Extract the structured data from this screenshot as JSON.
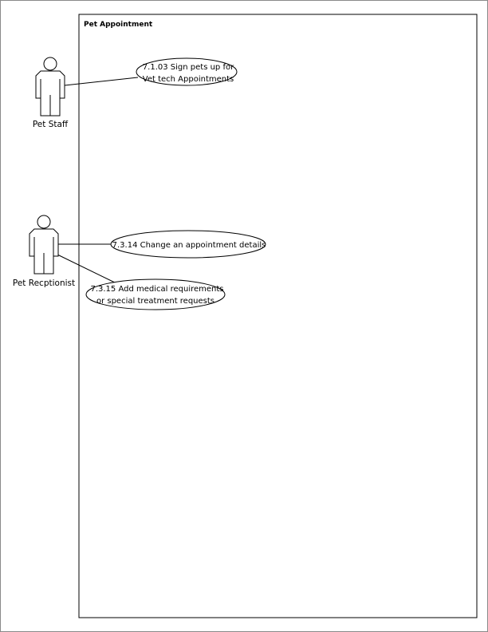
{
  "system_boundary": {
    "title": "Pet Appointment"
  },
  "actors": [
    {
      "id": "pet-staff",
      "label": "Pet Staff"
    },
    {
      "id": "pet-receptionist",
      "label": "Pet Recptionist"
    }
  ],
  "use_cases": [
    {
      "id": "uc-7-1-03",
      "lines": [
        "7.1.03 Sign pets up for",
        "Vet tech Appointments"
      ]
    },
    {
      "id": "uc-7-3-14",
      "lines": [
        "7.3.14 Change an appointment details"
      ]
    },
    {
      "id": "uc-7-3-15",
      "lines": [
        "7.3.15 Add medical requirements",
        "or special treatment requests"
      ]
    }
  ],
  "associations": [
    {
      "actor": "pet-staff",
      "use_case": "uc-7-1-03"
    },
    {
      "actor": "pet-receptionist",
      "use_case": "uc-7-3-14"
    },
    {
      "actor": "pet-receptionist",
      "use_case": "uc-7-3-15"
    }
  ]
}
